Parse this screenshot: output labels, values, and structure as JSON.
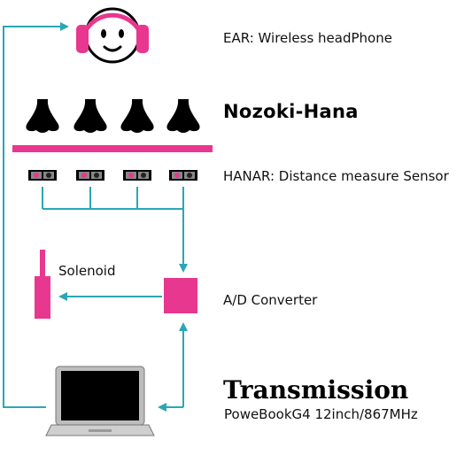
{
  "labels": {
    "ear": "EAR: Wireless headPhone",
    "nozoki_hana": "Nozoki-Hana",
    "hanar": "HANAR: Distance measure Sensor",
    "solenoid": "Solenoid",
    "ad_converter": "A/D Converter",
    "transmission": "Transmission",
    "powerbook": "PoweBookG4 12inch/867MHz"
  },
  "colors": {
    "accent": "#e8378e",
    "connector": "#2aa7b5",
    "ink": "#000000"
  },
  "icons": {
    "head": "headphone-face-icon",
    "nose": "nose-icon",
    "sensor": "distance-sensor-icon",
    "solenoid": "solenoid-icon",
    "converter": "converter-box-icon",
    "laptop": "laptop-icon"
  }
}
